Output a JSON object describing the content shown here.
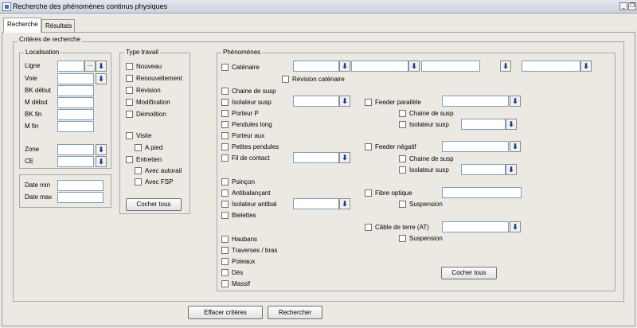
{
  "window": {
    "title": "Recherche des phénomènes continus physiques",
    "minimize": "_",
    "restore": "❐"
  },
  "tabs": [
    "Recherche",
    "Résultats"
  ],
  "criteria": {
    "legend": "Critères de recherche"
  },
  "localisation": {
    "legend": "Localisation",
    "ligne": "Ligne",
    "voie": "Voie",
    "bk_debut": "BK début",
    "m_debut": "M début",
    "bk_fin": "BK fin",
    "m_fin": "M fin",
    "zone": "Zone",
    "ce": "CE",
    "ellipsis": "...",
    "date_min": "Date min",
    "date_max": "Date max"
  },
  "type_travail": {
    "legend": "Type travail",
    "nouveau": "Nouveau",
    "renouvellement": "Renouvellement",
    "revision": "Révision",
    "modification": "Modification",
    "demolition": "Démolition",
    "visite": "Visite",
    "a_pied": "A pied",
    "entretien": "Entretien",
    "avec_autorail": "Avec autorail",
    "avec_fsp": "Avec FSP",
    "cocher_tous": "Cocher tous"
  },
  "phenomenes": {
    "legend": "Phénomènes",
    "catenaire": "Caténaire",
    "revision_catenaire": "Révision caténaire",
    "chaine_de_susp": "Chaine de susp",
    "isolateur_susp": "Isolateur susp",
    "porteur_p": "Porteur P",
    "pendules_long": "Pendules long",
    "porteur_aux": "Porteur aux",
    "petites_pendules": "Petites pendules",
    "fil_de_contact": "Fil de contact",
    "poincon": "Poinçon",
    "antibalancant": "Antibalançant",
    "isolateur_antibal": "Isolateur antibal",
    "bielettes": "Bielettes",
    "haubans": "Haubans",
    "traverses_bras": "Traverses / bras",
    "poteaux": "Poteaux",
    "des": "Dés",
    "massif": "Massif",
    "feeder_parallele": "Feeder parallèle",
    "feeder_negatif": "Feeder négatif",
    "fibre_optique": "Fibre optique",
    "suspension": "Suspension",
    "cable_de_terre": "Câble de terre (AT)",
    "cocher_tous": "Cocher tous"
  },
  "actions": {
    "effacer": "Effacer critères",
    "rechercher": "Rechercher"
  },
  "icons": {
    "dropdown": "⬇"
  }
}
